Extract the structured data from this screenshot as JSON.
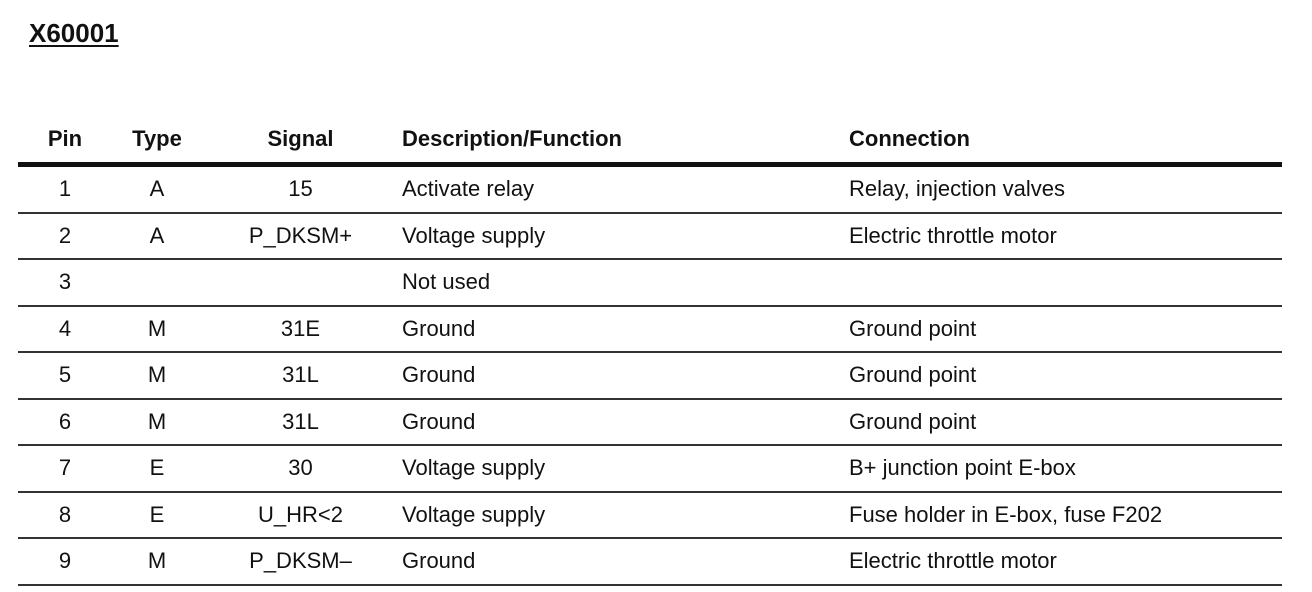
{
  "title": "X60001",
  "headers": {
    "pin": "Pin",
    "type": "Type",
    "signal": "Signal",
    "description": "Description/Function",
    "connection": "Connection"
  },
  "rows": [
    {
      "pin": "1",
      "type": "A",
      "signal": "15",
      "description": "Activate relay",
      "connection": "Relay, injection valves"
    },
    {
      "pin": "2",
      "type": "A",
      "signal": "P_DKSM+",
      "description": "Voltage supply",
      "connection": "Electric throttle motor"
    },
    {
      "pin": "3",
      "type": "",
      "signal": "",
      "description": "Not used",
      "connection": ""
    },
    {
      "pin": "4",
      "type": "M",
      "signal": "31E",
      "description": "Ground",
      "connection": "Ground point"
    },
    {
      "pin": "5",
      "type": "M",
      "signal": "31L",
      "description": "Ground",
      "connection": "Ground point"
    },
    {
      "pin": "6",
      "type": "M",
      "signal": "31L",
      "description": "Ground",
      "connection": "Ground point"
    },
    {
      "pin": "7",
      "type": "E",
      "signal": "30",
      "description": "Voltage supply",
      "connection": "B+ junction point E-box"
    },
    {
      "pin": "8",
      "type": "E",
      "signal": "U_HR<2",
      "description": "Voltage supply",
      "connection": "Fuse holder in E-box, fuse F202"
    },
    {
      "pin": "9",
      "type": "M",
      "signal": "P_DKSM–",
      "description": "Ground",
      "connection": "Electric throttle motor"
    }
  ]
}
